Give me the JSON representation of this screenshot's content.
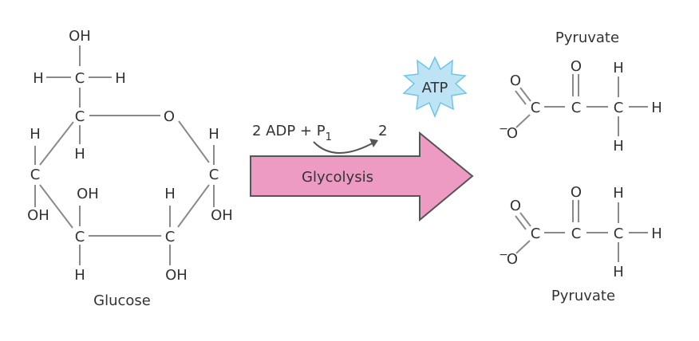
{
  "glucose": {
    "name": "Glucose",
    "atoms": {
      "oh_top": "OH",
      "h_left": "H",
      "c6": "C",
      "h_right": "H",
      "c5": "C",
      "ring_o": "O",
      "h_c5_left": "H",
      "h_c5_down": "H",
      "c4": "C",
      "oh_c4": "OH",
      "h_c1": "H",
      "c1": "C",
      "oh_c1": "OH",
      "oh_c3": "OH",
      "c3": "C",
      "h_c3": "H",
      "h_c2": "H",
      "c2": "C",
      "oh_c2": "OH"
    }
  },
  "reaction": {
    "process": "Glycolysis",
    "reactant_text": "2 ADP + P",
    "reactant_subscript": "1",
    "product_count": "2",
    "product_badge": "ATP"
  },
  "pyruvate_top": {
    "name": "Pyruvate",
    "atoms": {
      "o_keto": "O",
      "o_double": "O",
      "c_carboxyl": "C",
      "c_keto": "C",
      "c_methyl": "C",
      "h_up": "H",
      "h_right": "H",
      "h_down": "H",
      "o_minus": "O",
      "charge": "−"
    }
  },
  "pyruvate_bottom": {
    "name": "Pyruvate",
    "atoms": {
      "o_keto": "O",
      "o_double": "O",
      "c_carboxyl": "C",
      "c_keto": "C",
      "c_methyl": "C",
      "h_up": "H",
      "h_right": "H",
      "h_down": "H",
      "o_minus": "O",
      "charge": "−"
    }
  },
  "colors": {
    "arrow_fill": "#ee9bc3",
    "arrow_stroke": "#555555",
    "badge_fill": "#bde3f5",
    "badge_stroke": "#6cc6ea",
    "bond": "#8a8a8a",
    "text": "#333333"
  }
}
